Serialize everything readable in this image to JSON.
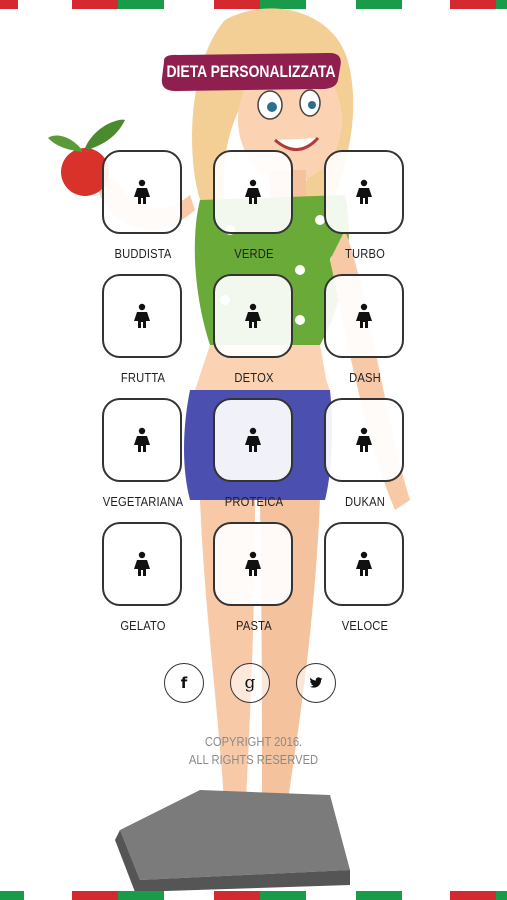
{
  "header": {
    "title": "DIETA PERSONALIZZATA"
  },
  "diets": [
    {
      "label": "BUDDISTA",
      "icon": "person-icon"
    },
    {
      "label": "VERDE",
      "icon": "person-icon"
    },
    {
      "label": "TURBO",
      "icon": "person-icon"
    },
    {
      "label": "FRUTTA",
      "icon": "person-icon"
    },
    {
      "label": "DETOX",
      "icon": "person-icon"
    },
    {
      "label": "DASH",
      "icon": "person-icon"
    },
    {
      "label": "VEGETARIANA",
      "icon": "person-icon"
    },
    {
      "label": "PROTEICA",
      "icon": "person-icon"
    },
    {
      "label": "DUKAN",
      "icon": "person-icon"
    },
    {
      "label": "GELATO",
      "icon": "person-icon"
    },
    {
      "label": "PASTA",
      "icon": "person-icon"
    },
    {
      "label": "VELOCE",
      "icon": "person-icon"
    }
  ],
  "social": {
    "facebook": "f",
    "google": "g",
    "twitter": "twitter-bird-icon"
  },
  "footer": {
    "line1": "COPYRIGHT 2016.",
    "line2": "ALL RIGHTS RESERVED"
  },
  "colors": {
    "banner": "#8e1f4e",
    "flag_green": "#1a9b4a",
    "flag_red": "#d42a2f",
    "shirt": "#6aaa38",
    "shorts": "#4b4fb0"
  }
}
